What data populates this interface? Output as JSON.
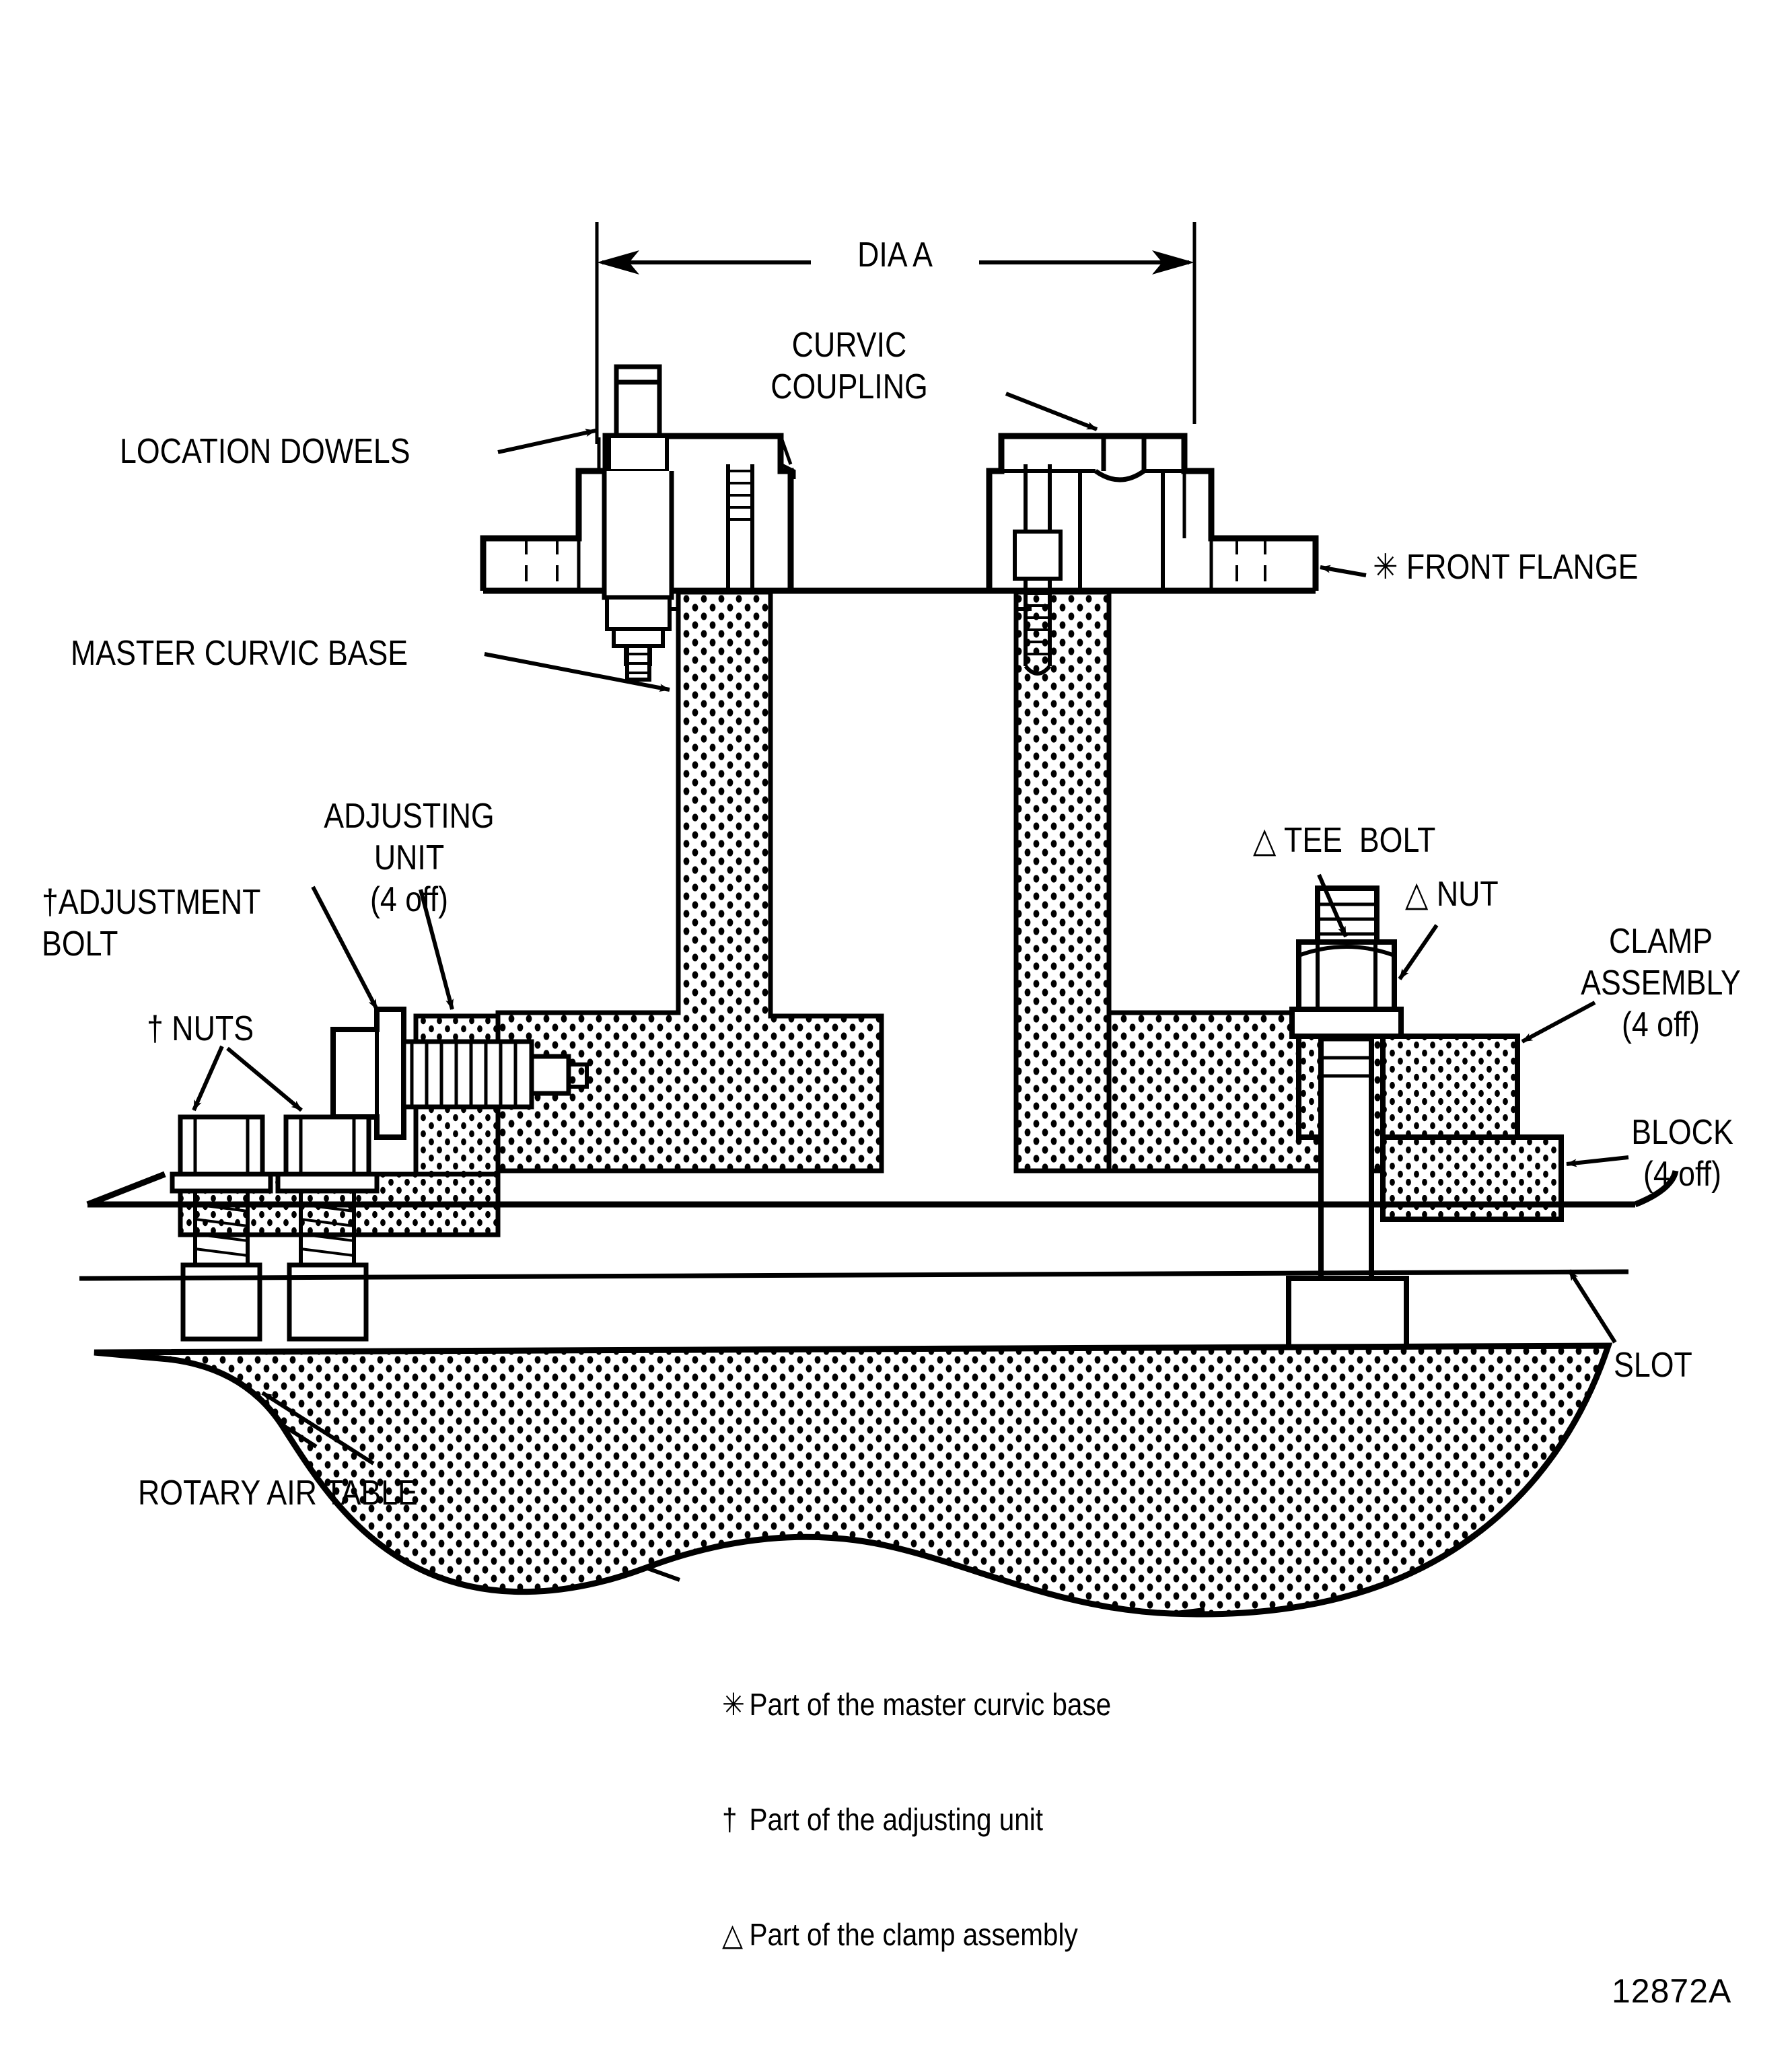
{
  "figure": {
    "code": "12872A",
    "dimension_label": "DIA A"
  },
  "labels": {
    "location_dowels": "LOCATION DOWELS",
    "curvic_coupling": "CURVIC\nCOUPLING",
    "front_flange": "✳ FRONT FLANGE",
    "master_curvic_base": "MASTER CURVIC BASE",
    "adjusting_unit": "ADJUSTING\nUNIT\n(4 off)",
    "adjustment_bolt": "†ADJUSTMENT\nBOLT",
    "nuts": "† NUTS",
    "tee_bolt": "△ TEE  BOLT",
    "nut": "△ NUT",
    "clamp_assembly": "CLAMP\nASSEMBLY\n(4 off)",
    "block": "BLOCK\n(4 off)",
    "slot": "SLOT",
    "rotary_air_table": "ROTARY AIR TABLE"
  },
  "legend": {
    "items": [
      {
        "symbol": "✳",
        "text": "Part of the master curvic base"
      },
      {
        "symbol": "†",
        "text": "Part of the adjusting unit"
      },
      {
        "symbol": "△",
        "text": "Part of the clamp assembly"
      }
    ]
  },
  "colors": {
    "line": "#000000",
    "background": "#ffffff",
    "hatch": "#000000"
  }
}
